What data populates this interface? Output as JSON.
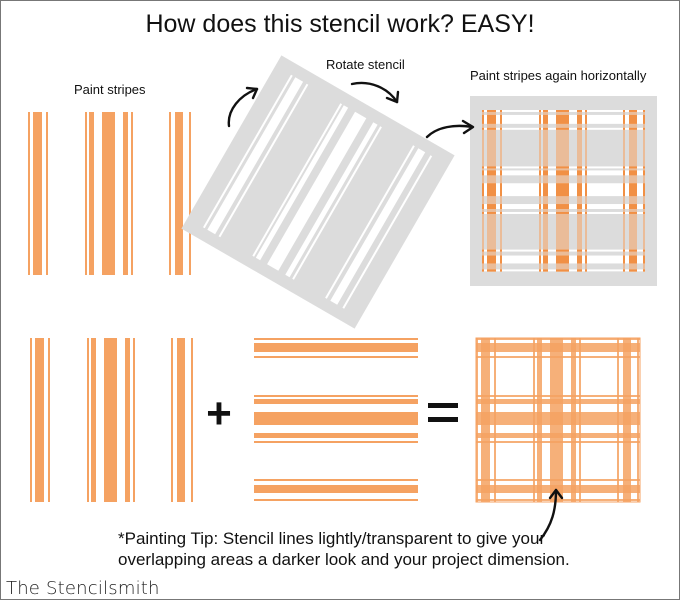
{
  "title": "How does this stencil work? EASY!",
  "steps": {
    "paint_stripes": "Paint stripes",
    "rotate_stencil": "Rotate stencil",
    "paint_again": "Paint stripes again horizontally"
  },
  "operators": {
    "plus": "+",
    "equals": "="
  },
  "tip": {
    "line1": "*Painting Tip: Stencil lines lightly/transparent to give your",
    "line2": "overlapping areas a darker look and your project dimension."
  },
  "brand": "The Stencilsmith",
  "colors": {
    "stripe": "#F5A262",
    "stencil": "#DCDCDC",
    "arrow": "#111111",
    "plaid_dark": "#F08A3A"
  },
  "stripe_pattern": [
    {
      "kind": "thin"
    },
    {
      "kind": "thick"
    },
    {
      "kind": "thin"
    },
    {
      "kind": "thin"
    },
    {
      "kind": "band"
    },
    {
      "kind": "thick"
    },
    {
      "kind": "band"
    },
    {
      "kind": "thin"
    },
    {
      "kind": "thin"
    },
    {
      "kind": "thick"
    },
    {
      "kind": "thin"
    }
  ]
}
